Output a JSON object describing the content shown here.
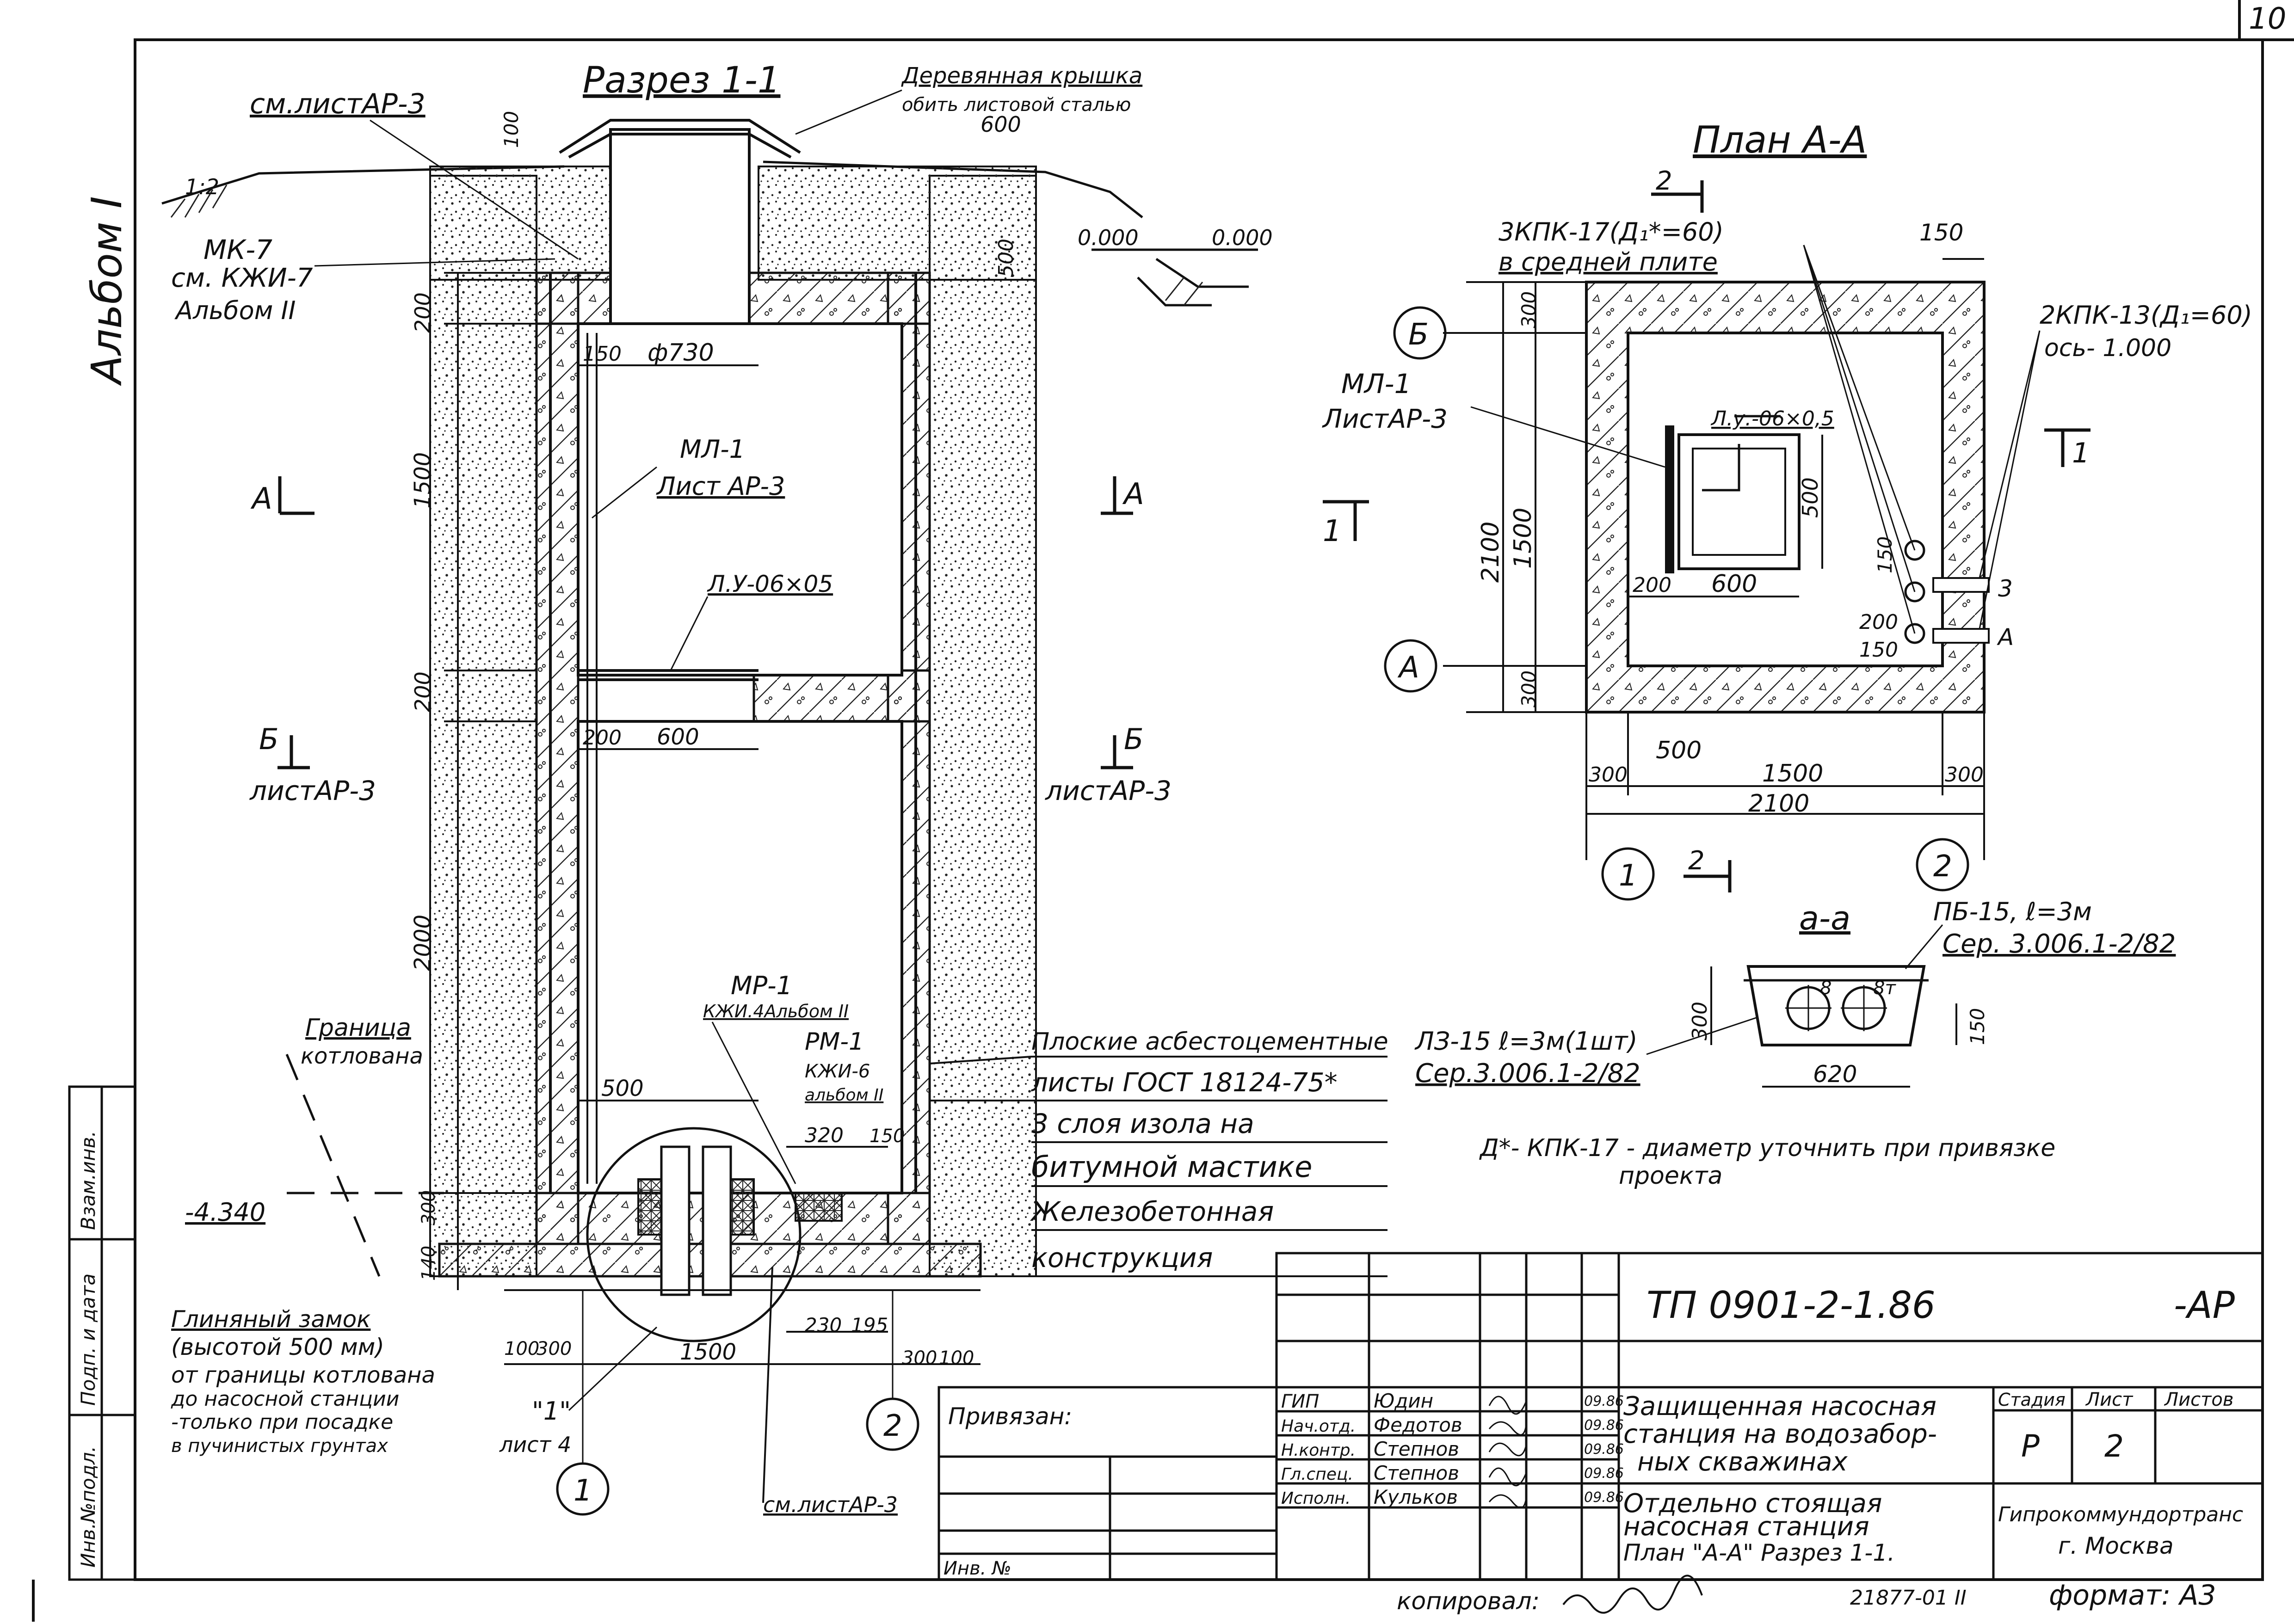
{
  "sheet": {
    "page_number": "10",
    "album": "Альбом I",
    "copied_by_label": "копировал:",
    "batch_number": "21877-01  II",
    "format": "формат: А3"
  },
  "section": {
    "title": "Разрез 1-1",
    "labels": {
      "ref_sheet_ar3_top": "см.листАР-3",
      "wood_lid_1": "Деревянная крышка",
      "wood_lid_2": "обить листовой сталью",
      "mk7": "МК-7",
      "see_kzhi7": "см. КЖИ-7",
      "album2": "Альбом II",
      "ml1": "МЛ-1",
      "ml1_sheet": "Лист АР-3",
      "ly_dim": "Л.У-06×05",
      "cut_a": "А",
      "cut_b": "Б",
      "sheet_ar3": "листАР-3",
      "mr1": "МР-1",
      "mr1_ref": "КЖИ.4Альбом II",
      "rm1": "РМ-1",
      "rm1_ref1": "КЖИ-6",
      "rm1_ref2": "альбом II",
      "pit_border_1": "Граница",
      "pit_border_2": "котлована",
      "clay_lock_1": "Глиняный замок",
      "clay_lock_2": "(высотой 500 мм)",
      "clay_lock_3": "от границы котлована",
      "clay_lock_4": "до насосной станции",
      "clay_lock_5": "-только при посадке",
      "clay_lock_6": "в пучинистых грунтах",
      "sheet4": "лист 4",
      "node1": "\"1\"",
      "ref_sheet_ar3_bottom": "см.листАР-3",
      "slope": "1:2",
      "axis1": "1",
      "axis2": "2",
      "legend_1": "Плоские асбестоцементные",
      "legend_2": "листы ГОСТ 18124-75*",
      "legend_3": "3 слоя изола на",
      "legend_4": "битумной мастике",
      "legend_5": "Железобетонная",
      "legend_6": "конструкция"
    },
    "dims": {
      "d100": "100",
      "d600": "600",
      "d500": "500",
      "d000a": "0.000",
      "d000b": "0.000",
      "d200a": "200",
      "d1500v": "1500",
      "d150": "150",
      "d730": "ф730",
      "d200b": "200",
      "d200c": "200",
      "d600b": "600",
      "d2000": "2000",
      "d500b": "500",
      "d320": "320",
      "d150b": "150",
      "dm4340": "-4.340",
      "d300": "300",
      "d140": "140",
      "d100b": "100",
      "d300b": "300",
      "d1500h": "1500",
      "d230": "230",
      "d195": "195",
      "d300c": "300",
      "d100c": "100"
    }
  },
  "plan": {
    "title": "План А-А",
    "cut2": "2",
    "cut1": "1",
    "kpk17": "3КПК-17(Д₁*=60)",
    "kpk17_2": "в средней плите",
    "kpk13": "2КПК-13(Д₁=60)",
    "kpk13_2": "ось- 1.000",
    "ml1": "МЛ-1",
    "ml1_sheet": "ЛистАР-3",
    "ly": "Л.у.-06×0,5",
    "axisB": "Б",
    "axisA": "А",
    "ax1": "1",
    "ax2": "2",
    "mark3": "3",
    "markA": "А",
    "dims": {
      "p150top": "150",
      "p300a": "300",
      "p2100v": "2100",
      "p1500v": "1500",
      "p300b": "300",
      "p500v": "500",
      "p200": "200",
      "p600": "600",
      "p150a": "150",
      "p200b": "200",
      "p150b": "150",
      "p300c": "300",
      "p500h": "500",
      "p1500h": "1500",
      "p300d": "300",
      "p2100h": "2100"
    }
  },
  "detail_aa": {
    "title": "а-а",
    "pb15": "ПБ-15, ℓ=3м",
    "pb15_ser": "Сер. 3.006.1-2/82",
    "l315": "ЛЗ-15 ℓ=3м(1шт)",
    "l315_ser": "Сер.3.006.1-2/82",
    "d300": "300",
    "d150": "150",
    "d620": "620",
    "m8": "8",
    "m8t": "8т"
  },
  "note": {
    "line1": "Д*- КПК-17 - диаметр уточнить при привязке",
    "line2": "проекта"
  },
  "stamp": {
    "side_cells": [
      "Инв.№подл.",
      "Подп. и дата",
      "Взам.инв."
    ],
    "bound_label": "Привязан:",
    "inv_label": "Инв. №",
    "project_code": "ТП  0901-2-1.86",
    "suffix": "-АР",
    "roles": [
      "ГИП",
      "Нач.отд.",
      "Н.контр.",
      "Гл.спец.",
      "Исполн."
    ],
    "names": [
      "Юдин",
      "Федотов",
      "Степнов",
      "Степнов",
      "Кульков"
    ],
    "dates": [
      "09.86",
      "09.86",
      "09.86",
      "09.86",
      "09.86"
    ],
    "object_title_1": "Защищенная насосная",
    "object_title_2": "станция на водозабор-",
    "object_title_3": "ных скважинах",
    "sheet_title_1": "Отдельно стоящая",
    "sheet_title_2": "насосная станция",
    "sheet_title_3": "План \"А-А\" Разрез 1-1.",
    "stage_label": "Стадия",
    "sheet_label": "Лист",
    "sheets_label": "Листов",
    "stage": "Р",
    "sheet": "2",
    "sheets": "",
    "org_1": "Гипрокоммундортранс",
    "org_2": "г. Москва"
  }
}
